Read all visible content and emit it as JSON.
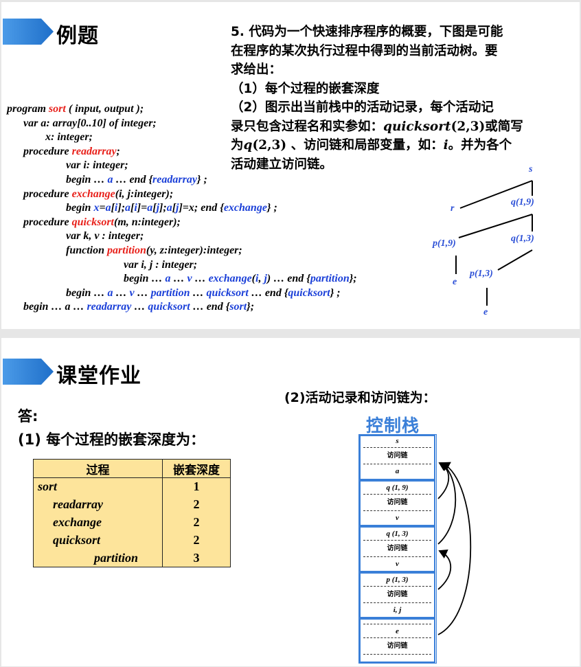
{
  "slide1": {
    "heading": "例题",
    "problem": {
      "line1": "5. 代码为一个快速排序程序的概要，下图是可能",
      "line2": "在程序的某次执行过程中得到的当前活动树。要",
      "line3": "求给出：",
      "item1": "（1）每个过程的嵌套深度",
      "item2": "（2）图示出当前栈中的活动记录，每个活动记",
      "line6a": "录只包含过程名和实参如：",
      "line6b": "quicksort",
      "line6c": "(2,3)",
      "line6d": "或简写",
      "line7a": "为",
      "line7b": "q",
      "line7c": "(2,3) 、访问链和局部变量，如：",
      "line7d": "i",
      "line7e": "。并为各个",
      "line8": "活动建立访问链。"
    },
    "code": {
      "l1": [
        "program ",
        "sort",
        " ( input, output );"
      ],
      "l2": [
        "var a: array[0..10]  of integer;"
      ],
      "l3": [
        "x: integer;"
      ],
      "l4": [
        "procedure ",
        "readarray",
        ";"
      ],
      "l5": [
        "var i: integer;"
      ],
      "l6": [
        "begin … ",
        "a",
        " … end {",
        "readarray",
        "} ;"
      ],
      "l7": [
        "procedure ",
        "exchange",
        "(i, j:integer);"
      ],
      "l8": [
        "begin ",
        "x",
        "=",
        "a",
        "[",
        "i",
        "];",
        "a",
        "[",
        "i",
        "]=",
        "a",
        "[",
        "j",
        "];",
        "a",
        "[",
        "j",
        "]=x;  end {",
        "exchange",
        "} ;"
      ],
      "l9": [
        "procedure ",
        "quicksort",
        "(m, n:integer);"
      ],
      "l10": [
        "var k, v : integer;"
      ],
      "l11": [
        "function ",
        "partition",
        "(y, z:integer):integer;"
      ],
      "l12": [
        "var i, j : integer;"
      ],
      "l13": [
        "begin … ",
        "a",
        " … ",
        "v",
        " … ",
        "exchange",
        "(",
        "i",
        ", ",
        "j",
        ") … end {",
        "partition",
        "};"
      ],
      "l14": [
        "begin … ",
        "a",
        " … ",
        "v",
        " … ",
        "partition",
        " … ",
        "quicksort",
        " … end {",
        "quicksort",
        "} ;"
      ],
      "l15": [
        "begin … a … ",
        "readarray",
        " … ",
        "quicksort",
        " … end {",
        "sort",
        "};"
      ]
    },
    "tree": {
      "root": "s",
      "r": "r",
      "q19": "q(1,9)",
      "p19": "p(1,9)",
      "q13": "q(1,3)",
      "e1": "e",
      "p13": "p(1,3)",
      "e2": "e"
    }
  },
  "slide2": {
    "heading": "课堂作业",
    "answer_label": "答:",
    "part1": "(1) 每个过程的嵌套深度为：",
    "part2": "(2)活动记录和访问链为：",
    "table": {
      "headers": [
        "过程",
        "嵌套深度"
      ],
      "rows": [
        {
          "name": "sort",
          "depth": "1"
        },
        {
          "name": "readarray",
          "depth": "2"
        },
        {
          "name": "exchange",
          "depth": "2"
        },
        {
          "name": "quicksort",
          "depth": "2"
        },
        {
          "name": "partition",
          "depth": "3"
        }
      ]
    },
    "stack_title": "控制栈",
    "records": [
      {
        "name": "s",
        "link": "访问链",
        "local": "a"
      },
      {
        "name": "q (1, 9)",
        "link": "访问链",
        "local": "v"
      },
      {
        "name": "q (1, 3)",
        "link": "访问链",
        "local": "v"
      },
      {
        "name": "p (1, 3)",
        "link": "访问链",
        "local": "i, j"
      },
      {
        "name": "e",
        "link": "访问链",
        "local": ""
      }
    ]
  },
  "colors": {
    "header_arrow": "#2f80d6",
    "code_red": "#e8201a",
    "code_blue": "#1a3fd8",
    "tree_text": "#2a4ed6",
    "table_fill": "#fde49b",
    "stack_border": "#3a7fd8"
  }
}
